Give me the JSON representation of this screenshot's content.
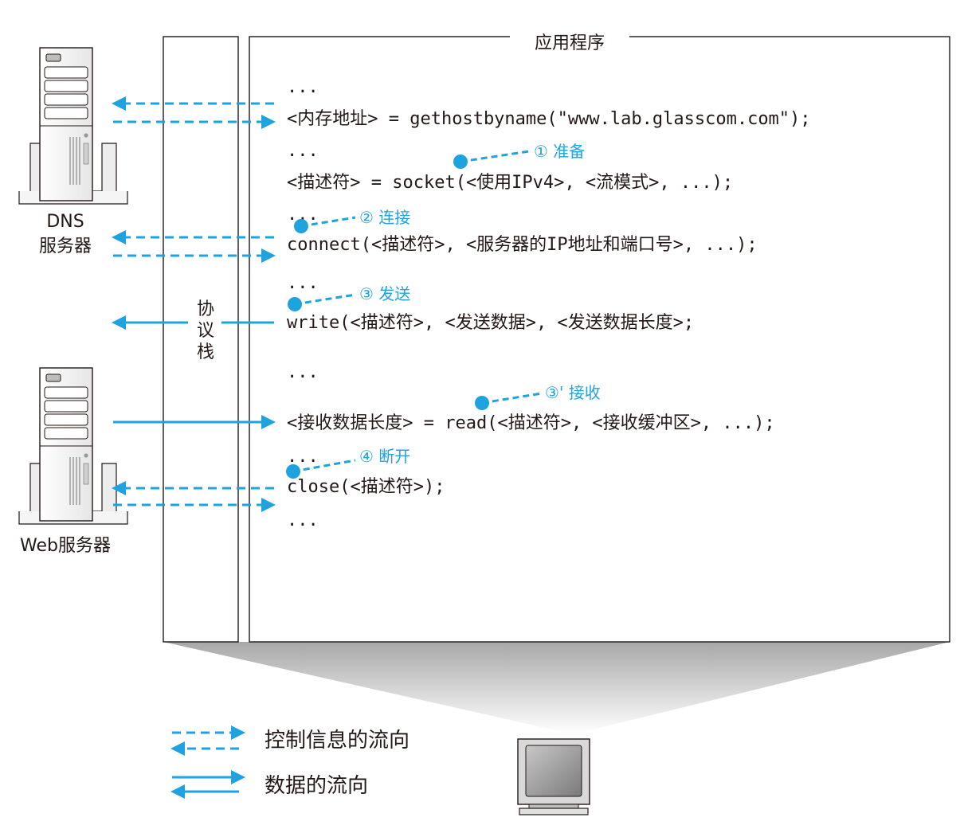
{
  "app_box": {
    "title": "应用程序"
  },
  "protocol_stack": {
    "label": [
      "协",
      "议",
      "栈"
    ]
  },
  "servers": {
    "dns": {
      "label_lines": [
        "DNS",
        "服务器"
      ]
    },
    "web": {
      "label": "Web服务器"
    }
  },
  "code_lines": [
    "...",
    "<内存地址> = gethostbyname(\"www.lab.glasscom.com\");",
    "...",
    "<描述符> = socket(<使用IPv4>, <流模式>, ...);",
    "...",
    "connect(<描述符>, <服务器的IP地址和端口号>, ...);",
    "...",
    "write(<描述符>, <发送数据>, <发送数据长度>;",
    "...",
    "<接收数据长度> = read(<描述符>, <接收缓冲区>, ...);",
    "...",
    "close(<描述符>);",
    "..."
  ],
  "steps": [
    {
      "label": "① 准备"
    },
    {
      "label": "② 连接"
    },
    {
      "label": "③ 发送"
    },
    {
      "label": "③' 接收"
    },
    {
      "label": "④ 断开"
    }
  ],
  "legend": {
    "control_flow": "控制信息的流向",
    "data_flow": "数据的流向"
  },
  "colors": {
    "accent": "#1fa3df",
    "line": "#231815"
  },
  "icons": {
    "server": "server-tower-icon",
    "client": "computer-monitor-icon"
  }
}
